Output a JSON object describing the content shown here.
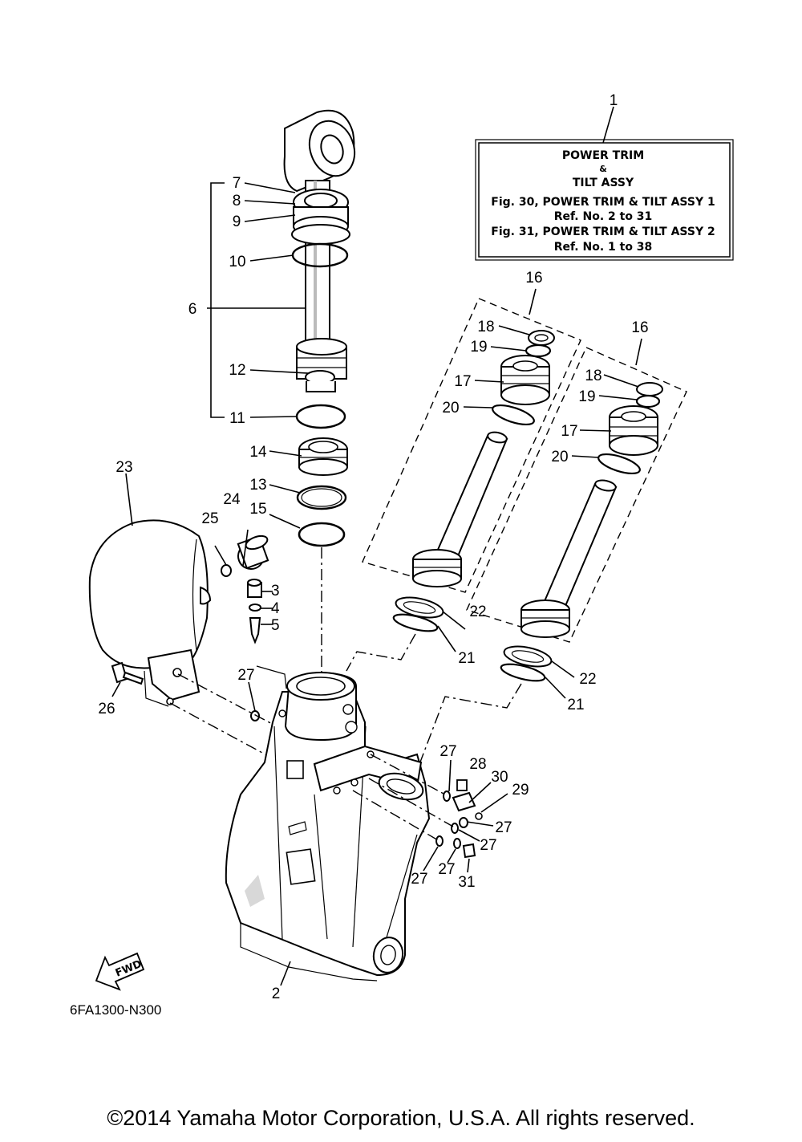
{
  "diagram": {
    "drawing_code": "6FA1300-N300",
    "fwd_label": "FWD",
    "info_box": {
      "title_line1": "POWER TRIM",
      "title_line2": "&",
      "title_line3": "TILT ASSY",
      "ref_line1": "Fig. 30, POWER TRIM & TILT ASSY 1",
      "ref_line2": "Ref. No. 2 to 31",
      "ref_line3": "Fig. 31, POWER TRIM & TILT ASSY 2",
      "ref_line4": "Ref. No. 1 to 38"
    },
    "callouts": {
      "c1": "1",
      "c2": "2",
      "c3": "3",
      "c4": "4",
      "c5": "5",
      "c6": "6",
      "c7": "7",
      "c8": "8",
      "c9": "9",
      "c10": "10",
      "c11": "11",
      "c12": "12",
      "c13": "13",
      "c14": "14",
      "c15": "15",
      "c16a": "16",
      "c16b": "16",
      "c17a": "17",
      "c17b": "17",
      "c18a": "18",
      "c18b": "18",
      "c19a": "19",
      "c19b": "19",
      "c20a": "20",
      "c20b": "20",
      "c21a": "21",
      "c21b": "21",
      "c22a": "22",
      "c22b": "22",
      "c23": "23",
      "c24": "24",
      "c25": "25",
      "c26": "26",
      "c27a": "27",
      "c27b": "27",
      "c27c": "27",
      "c27d": "27",
      "c27e": "27",
      "c27f": "27",
      "c28": "28",
      "c29": "29",
      "c30": "30",
      "c31": "31"
    }
  },
  "footer": {
    "copyright": "©2014 Yamaha Motor Corporation, U.S.A. All rights reserved."
  }
}
